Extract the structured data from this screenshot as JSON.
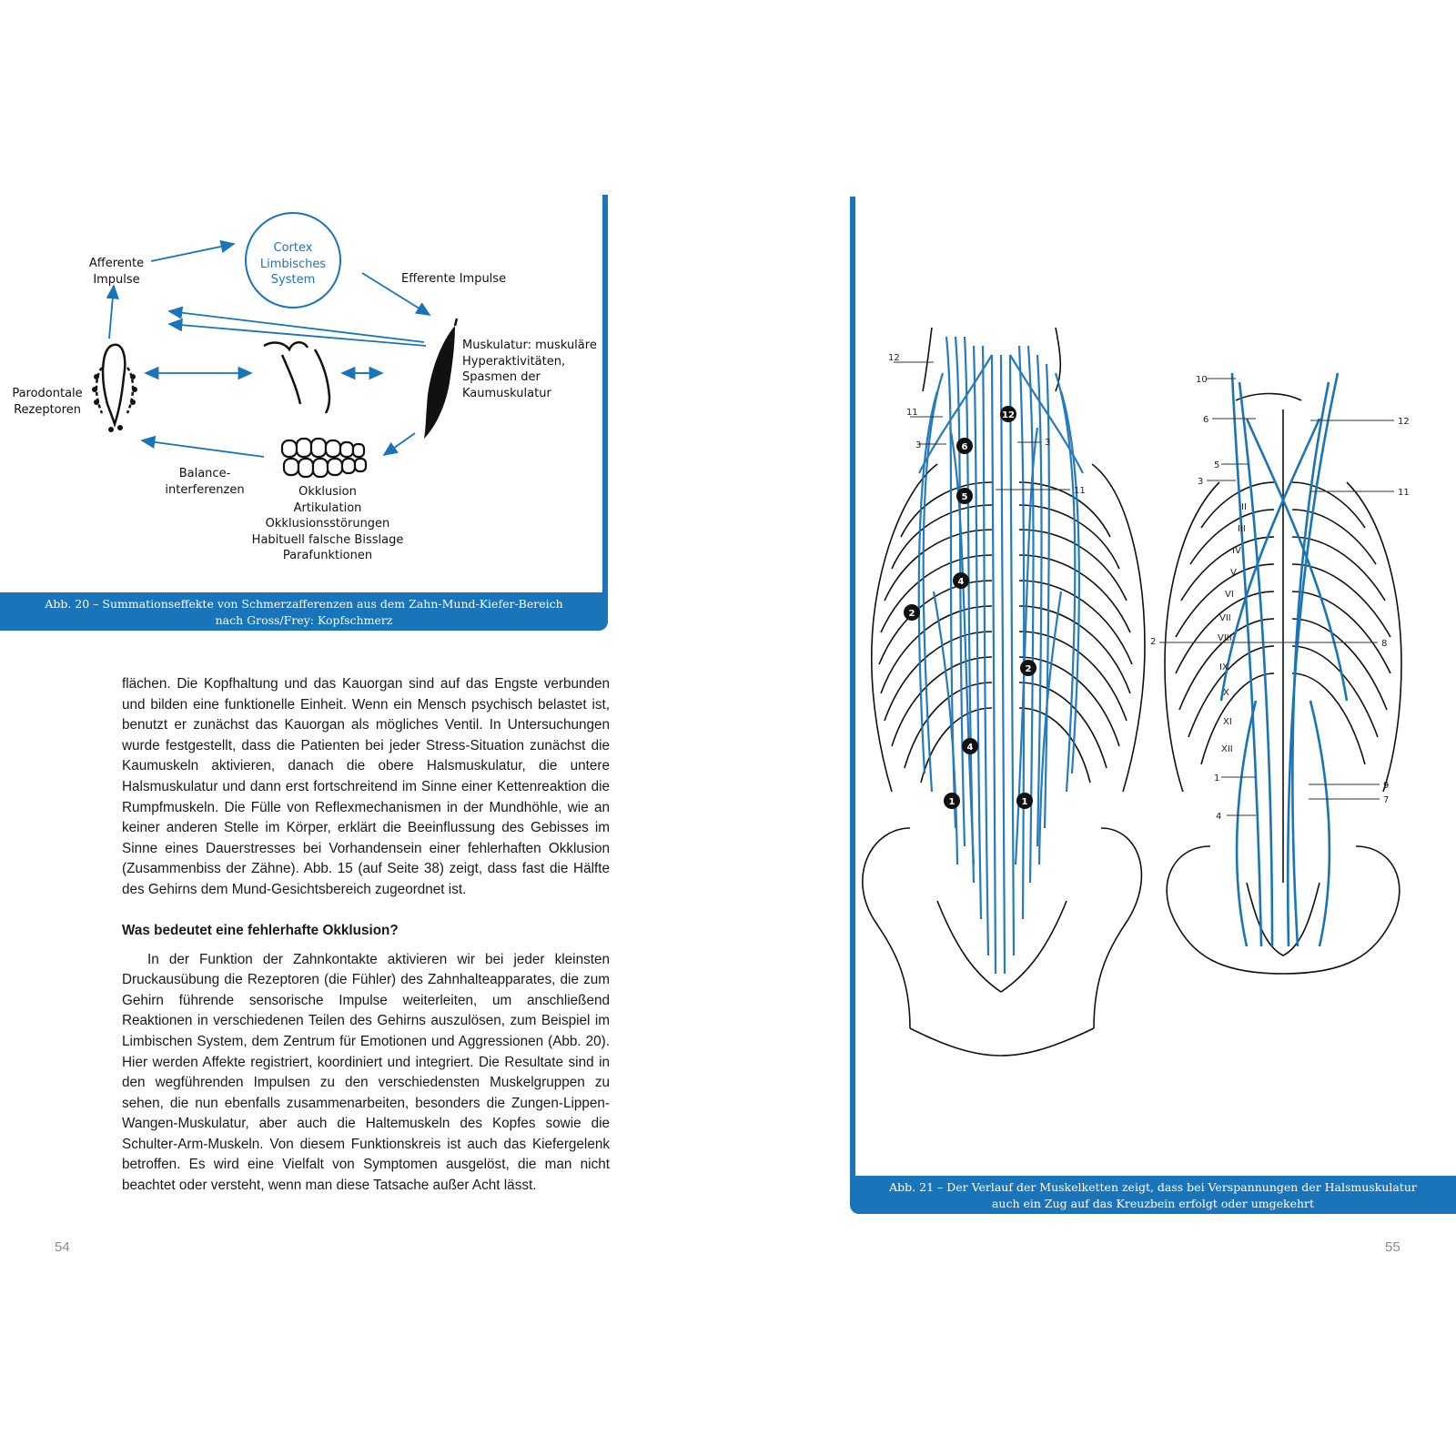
{
  "left_page": {
    "page_number": "54",
    "figure": {
      "caption_line1": "Abb. 20 – Summationseffekte von Schmerzafferenzen aus dem Zahn-Mund-Kiefer-Bereich",
      "caption_line2": "nach Gross/Frey: Kopfschmerz",
      "labels": {
        "cortex_1": "Cortex",
        "cortex_2": "Limbisches",
        "cortex_3": "System",
        "afferent_1": "Afferente",
        "afferent_2": "Impulse",
        "efferent": "Efferente Impulse",
        "musc_1": "Muskulatur: muskuläre",
        "musc_2": "Hyperaktivitäten,",
        "musc_3": "Spasmen der",
        "musc_4": "Kaumuskulatur",
        "paro_1": "Parodontale",
        "paro_2": "Rezeptoren",
        "bal_1": "Balance-",
        "bal_2": "interferenzen",
        "ok_1": "Okklusion",
        "ok_2": "Artikulation",
        "ok_3": "Okklusionsstörungen",
        "ok_4": "Habituell falsche Bisslage",
        "ok_5": "Parafunktionen"
      },
      "accent_color": "#1a74b9"
    },
    "body": {
      "p1": "flächen. Die Kopfhaltung und das Kauorgan sind auf das Engste verbunden und bilden eine funktionelle Einheit. Wenn ein Mensch psychisch belastet ist, benutzt er zunächst das Kauorgan als mögliches Ventil. In Untersuchungen wurde festgestellt, dass die Patienten bei jeder Stress-Situation zunächst die Kaumuskeln aktivieren, danach die obere Halsmuskulatur, die untere Halsmuskulatur und dann erst fortschreitend im Sinne einer Kettenreaktion die Rumpfmuskeln. Die Fülle von Reflexmechanismen in der Mundhöhle, wie an keiner anderen Stelle im Körper, erklärt die Beeinflussung des Gebisses im Sinne eines Dauerstresses bei Vorhandensein einer fehlerhaften Okklusion (Zusammenbiss der Zähne). Abb. 15 (auf Seite 38) zeigt, dass fast die Hälfte des Gehirns dem Mund-Gesichtsbereich zugeordnet ist.",
      "heading": "Was bedeutet eine fehlerhafte Okklusion?",
      "p2": "In der Funktion der Zahnkontakte aktivieren wir bei jeder kleinsten Druckausübung die Rezeptoren (die Fühler) des Zahnhalteapparates, die zum Gehirn führende sensorische Impulse weiterleiten, um anschließend Reaktionen in verschiedenen Teilen des Gehirns auszulösen, zum Beispiel im Limbischen System, dem Zentrum für Emotionen und Aggressionen (Abb. 20). Hier werden Affekte registriert, koordiniert und integriert. Die Resultate sind in den wegführenden Impulsen zu den verschiedensten Muskelgruppen zu sehen, die nun ebenfalls zusammenarbeiten, besonders die Zungen-Lippen-Wangen-Muskulatur, aber auch die Haltemuskeln des Kopfes sowie die Schulter-Arm-Muskeln. Von diesem Funktionskreis ist auch das Kiefergelenk betroffen. Es wird eine Vielfalt von Symptomen ausgelöst, die man nicht beachtet oder versteht, wenn man diese Tatsache außer Acht lässt."
    }
  },
  "right_page": {
    "page_number": "55",
    "figure": {
      "caption_line1": "Abb. 21 – Der Verlauf der Muskelketten zeigt, dass bei Verspannungen der Halsmuskulatur",
      "caption_line2": "auch ein Zug auf das Kreuzbein erfolgt oder umgekehrt",
      "left_ticks": {
        "t12": "12",
        "t11": "11",
        "t3a": "3",
        "t3b": "3",
        "t11b": "11"
      },
      "left_badges": {
        "b6": "6",
        "b12": "12",
        "b5": "5",
        "b4a": "4",
        "b2a": "2",
        "b2b": "2",
        "b4b": "4",
        "b1a": "1",
        "b1b": "1"
      },
      "right_ticks": {
        "t10": "10",
        "t6": "6",
        "t12": "12",
        "t5": "5",
        "t3": "3",
        "t11": "11",
        "t2": "2",
        "t8": "8",
        "t1": "1",
        "t9": "9",
        "t7": "7",
        "t4": "4"
      },
      "roman": {
        "r2": "II",
        "r3": "III",
        "r4": "IV",
        "r5": "V",
        "r6": "VI",
        "r7": "VII",
        "r8": "VIII",
        "r9": "IX",
        "r10": "X",
        "r11": "XI",
        "r12": "XII"
      },
      "accent_color": "#1a74b9"
    }
  }
}
